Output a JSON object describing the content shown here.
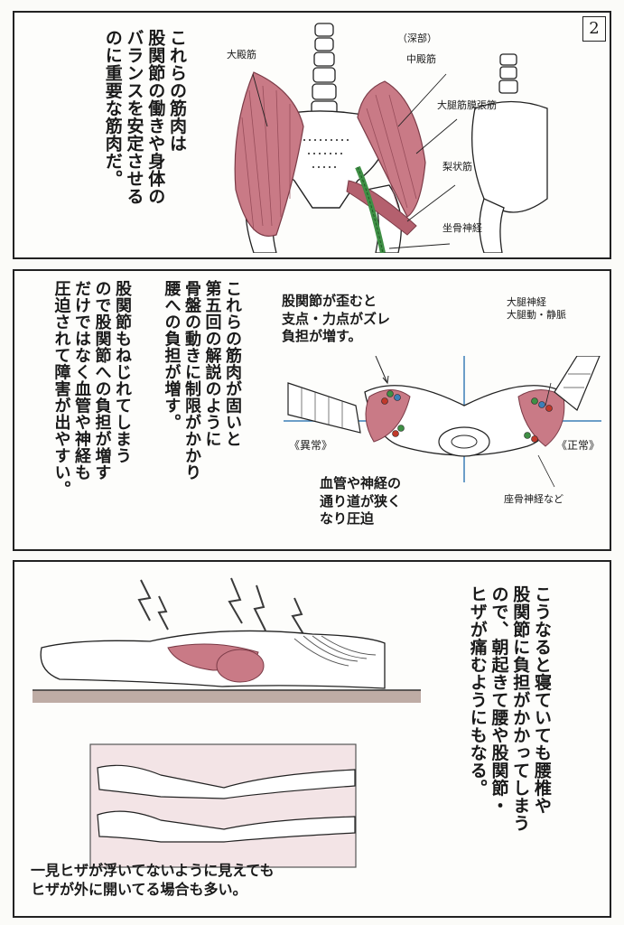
{
  "page_number": "2",
  "panel1": {
    "caption": "これらの筋肉は\n股関節の働きや身体の\nバランスを安定させる\nのに重要な筋肉だ。",
    "labels": {
      "gluteus_maximus": "大殿筋",
      "deep": "（深部）",
      "gluteus_medius": "中殿筋",
      "tfl": "大腿筋膜張筋",
      "piriformis": "梨状筋",
      "sciatic": "坐骨神経"
    }
  },
  "panel2": {
    "caption_right": "これらの筋肉が固いと\n第五回の解説のように\n骨盤の動きに制限がかかり\n腰への負担が増す。",
    "caption_left": "股関節もねじれてしまう\nので股関節への負担が増す\nだけではなく血管や神経も\n圧迫されて障害が出やすい。",
    "diagram_title": "股関節が歪むと\n支点・力点がズレ\n負担が増す。",
    "vessels_label": "大腿神経\n大腿動・静脈",
    "abnormal": "《異常》",
    "normal": "《正常》",
    "sciatic_label": "座骨神経など",
    "compression": "血管や神経の\n通り道が狭く\nなり圧迫"
  },
  "panel3": {
    "caption": "こうなると寝ていても腰椎や\n股関節に負担がかかってしまう\nので、朝起きて腰や股関節・\nヒザが痛むようにもなる。",
    "bottom": "一見ヒザが浮いてないように見えても\nヒザが外に開いてる場合も多い。"
  },
  "colors": {
    "muscle": "#c97a86",
    "muscle_dark": "#9c4e5c",
    "nerve": "#3f8f45",
    "bone": "#ffffff",
    "axis_blue": "#3d7fb8"
  }
}
